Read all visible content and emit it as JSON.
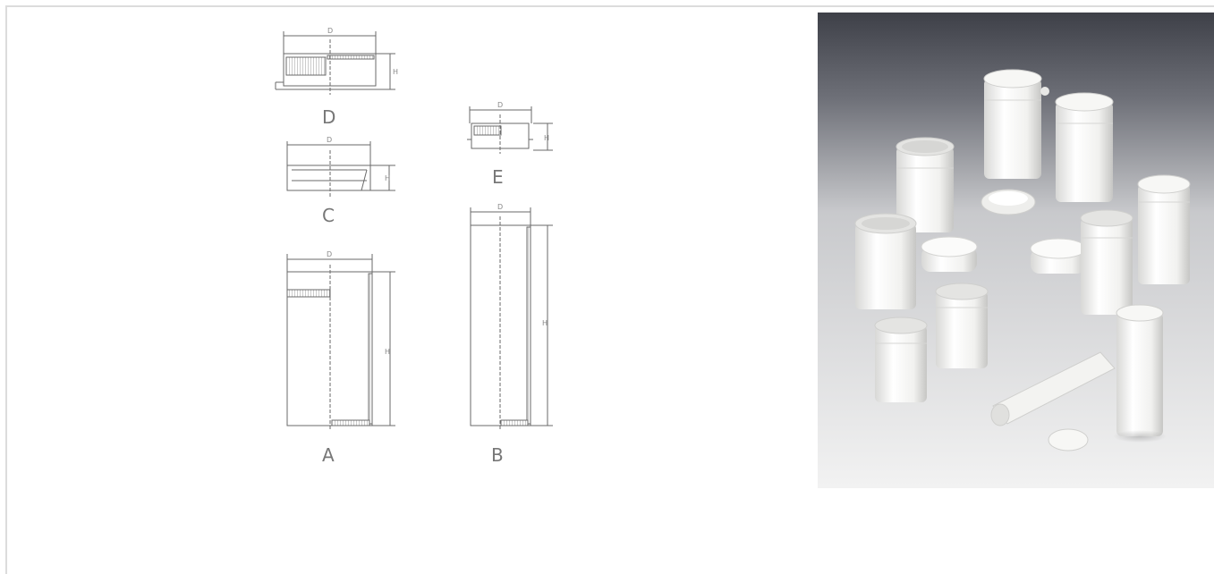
{
  "figure": {
    "parts": [
      {
        "id": "A",
        "label": "A",
        "dims": {
          "width": "D",
          "height": "H"
        }
      },
      {
        "id": "B",
        "label": "B",
        "dims": {
          "width": "D",
          "height": "H"
        }
      },
      {
        "id": "C",
        "label": "C",
        "dims": {
          "width": "D",
          "height": "H"
        }
      },
      {
        "id": "D",
        "label": "D",
        "dims": {
          "width": "D",
          "height": "H"
        }
      },
      {
        "id": "E",
        "label": "E",
        "dims": {
          "width": "D",
          "height": "H"
        }
      }
    ]
  },
  "colors": {
    "line": "#6a6a6a",
    "hatch": "#9a9a9a",
    "photo_top": "#3e4048",
    "photo_bottom": "#f2f2f2",
    "container": "#f7f7f5"
  }
}
